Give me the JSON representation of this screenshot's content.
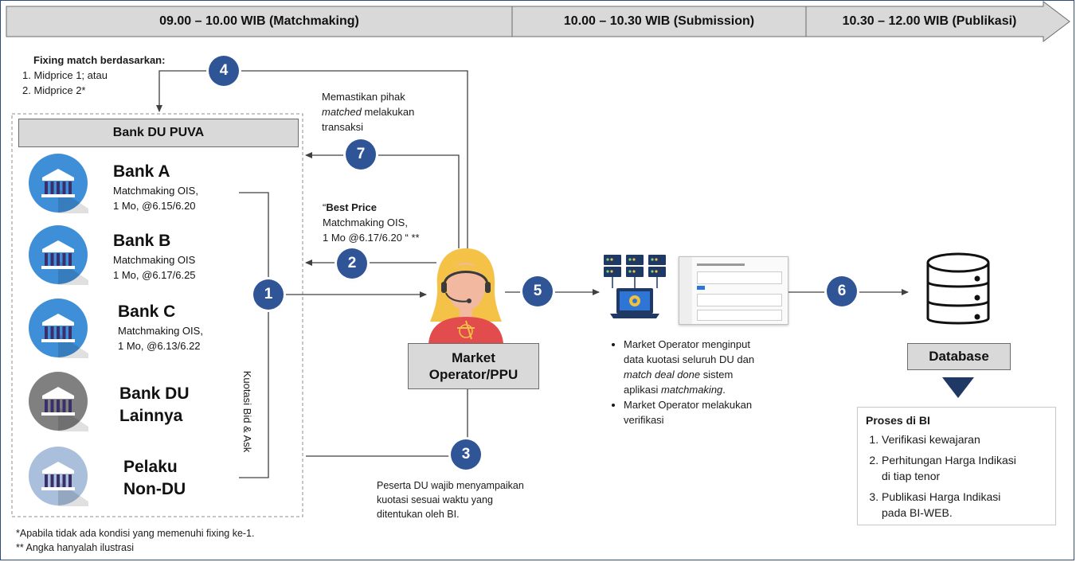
{
  "phases": [
    {
      "label": "09.00 – 10.00 WIB (Matchmaking)"
    },
    {
      "label": "10.00 – 10.30 WIB (Submission)"
    },
    {
      "label": "10.30 – 12.00 WIB (Publikasi)"
    }
  ],
  "fixing": {
    "title": "Fixing match berdasarkan:",
    "items": [
      "1.  Midprice 1; atau",
      "2.  Midprice 2*"
    ]
  },
  "group_title": "Bank DU PUVA",
  "banks": [
    {
      "name": "Bank A",
      "desc": [
        "Matchmaking OIS,",
        "1 Mo, @6.15/6.20"
      ],
      "color": "#3f8fd8"
    },
    {
      "name": "Bank B",
      "desc": [
        "Matchmaking OIS",
        "1 Mo, @6.17/6.25"
      ],
      "color": "#3f8fd8"
    },
    {
      "name": "Bank C",
      "desc": [
        "Matchmaking OIS,",
        "1 Mo, @6.13/6.22"
      ],
      "color": "#3f8fd8"
    },
    {
      "name": "Bank DU",
      "name2": "Lainnya",
      "desc": [],
      "color": "#808080"
    },
    {
      "name": "Pelaku",
      "name2": "Non-DU",
      "desc": [],
      "color": "#a9bfdc"
    }
  ],
  "vertical_label": "Kuotasi Bid & Ask",
  "steps": [
    "1",
    "2",
    "3",
    "4",
    "5",
    "6",
    "7"
  ],
  "note7": {
    "line1": "Memastikan pihak",
    "line2_em": "matched",
    "line2_rest": " melakukan",
    "line3": "transaksi"
  },
  "best_price": {
    "quote": "“",
    "bold": "Best Price",
    "line2": "Matchmaking OIS,",
    "line3": "1 Mo @6.17/6.20 “ **"
  },
  "operator_label": [
    "Market",
    "Operator/PPU"
  ],
  "note3": [
    "Peserta DU wajib menyampaikan",
    "kuotasi sesuai waktu yang",
    "ditentukan oleh BI."
  ],
  "mo_notes": {
    "b1_a": "Market Operator menginput",
    "b1_b": "data kuotasi seluruh DU dan",
    "b1_c_em": "match deal done",
    "b1_c_rest": " sistem",
    "b1_d_pre": "aplikasi ",
    "b1_d_em": "matchmaking",
    "b1_d_post": ".",
    "b2_a": "Market Operator melakukan",
    "b2_b": "verifikasi"
  },
  "database_label": "Database",
  "proses": {
    "title": "Proses di BI",
    "items": [
      [
        "Verifikasi kewajaran"
      ],
      [
        "Perhitungan Harga Indikasi",
        "di tiap tenor"
      ],
      [
        "Publikasi Harga Indikasi",
        "pada BI-WEB."
      ]
    ]
  },
  "footnotes": [
    "*Apabila tidak ada kondisi yang memenuhi fixing ke-1.",
    "** Angka hanyalah ilustrasi"
  ],
  "colors": {
    "step_circle": "#2f5597",
    "phase_bar": "#d9d9d9",
    "arrow": "#404040",
    "triangle": "#1f3864"
  }
}
